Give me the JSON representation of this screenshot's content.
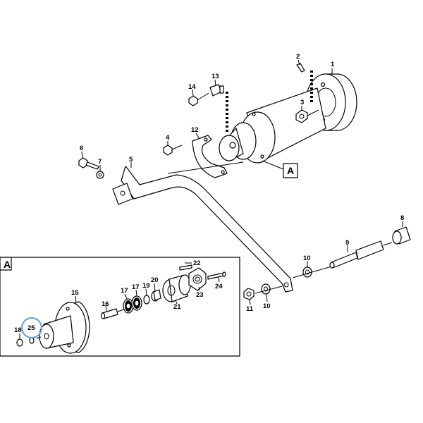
{
  "diagram": {
    "callouts": {
      "p1": "1",
      "p2": "2",
      "p3": "3",
      "p4": "4",
      "p5": "5",
      "p6": "6",
      "p7": "7",
      "p8": "8",
      "p9": "9",
      "p10a": "10",
      "p10b": "10",
      "p11": "11",
      "p12": "12",
      "p13": "13",
      "p14": "14",
      "p15": "15",
      "p16": "16",
      "p17a": "17",
      "p17b": "17",
      "p18": "18",
      "p19": "19",
      "p20": "20",
      "p21": "21",
      "p22": "22",
      "p23": "23",
      "p24": "24",
      "p25": "25"
    },
    "detail_ref": "A",
    "detail_box_label": "A",
    "highlight_color": "#6aa6d6"
  }
}
